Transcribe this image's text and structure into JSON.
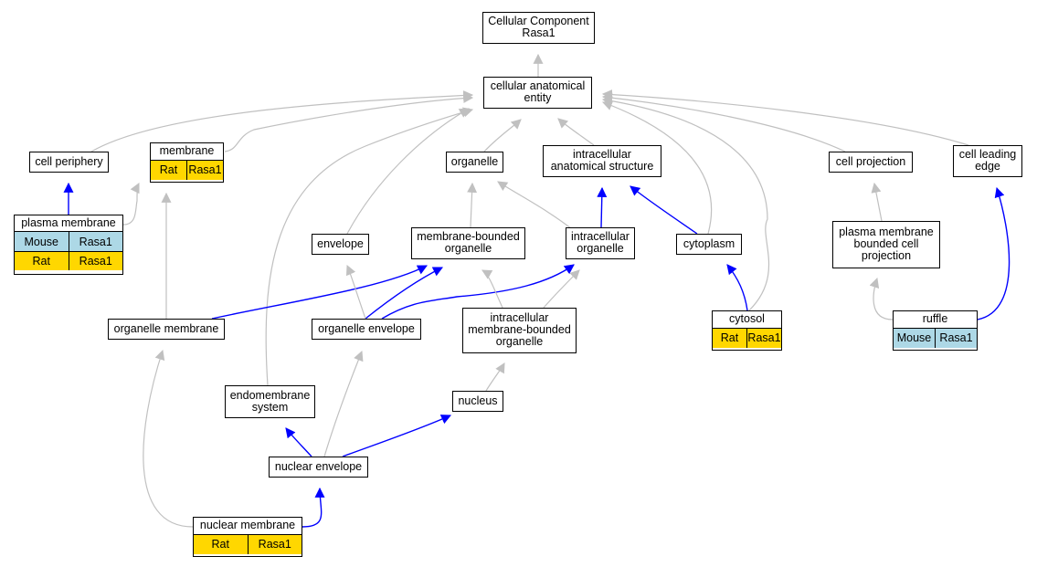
{
  "colors": {
    "isa_edge": "#c0c0c0",
    "partof_edge": "#0000ff",
    "rat": "#ffd700",
    "mouse": "#add8e6",
    "node_border": "#000000"
  },
  "nodes": {
    "root": {
      "label": "Cellular Component\nRasa1"
    },
    "cae": {
      "label": "cellular anatomical\nentity"
    },
    "cell_periphery": {
      "label": "cell periphery"
    },
    "membrane": {
      "label": "membrane",
      "rows": [
        {
          "species": "Rat",
          "gene": "Rasa1",
          "color": "#ffd700"
        }
      ]
    },
    "organelle": {
      "label": "organelle"
    },
    "intracellular_structure": {
      "label": "intracellular\nanatomical structure"
    },
    "cell_projection": {
      "label": "cell projection"
    },
    "cell_leading_edge": {
      "label": "cell leading\nedge"
    },
    "plasma_membrane": {
      "label": "plasma membrane",
      "rows": [
        {
          "species": "Mouse",
          "gene": "Rasa1",
          "color": "#add8e6"
        },
        {
          "species": "Rat",
          "gene": "Rasa1",
          "color": "#ffd700"
        }
      ]
    },
    "envelope": {
      "label": "envelope"
    },
    "membrane_bounded_organelle": {
      "label": "membrane-bounded\norganelle"
    },
    "intracellular_organelle": {
      "label": "intracellular\norganelle"
    },
    "cytoplasm": {
      "label": "cytoplasm"
    },
    "pm_bounded_projection": {
      "label": "plasma membrane\nbounded cell\nprojection"
    },
    "organelle_membrane": {
      "label": "organelle membrane"
    },
    "organelle_envelope": {
      "label": "organelle envelope"
    },
    "intracellular_mbo": {
      "label": "intracellular\nmembrane-bounded\norganelle"
    },
    "cytosol": {
      "label": "cytosol",
      "rows": [
        {
          "species": "Rat",
          "gene": "Rasa1",
          "color": "#ffd700"
        }
      ]
    },
    "ruffle": {
      "label": "ruffle",
      "rows": [
        {
          "species": "Mouse",
          "gene": "Rasa1",
          "color": "#add8e6"
        }
      ]
    },
    "endomembrane_system": {
      "label": "endomembrane\nsystem"
    },
    "nucleus": {
      "label": "nucleus"
    },
    "nuclear_envelope": {
      "label": "nuclear envelope"
    },
    "nuclear_membrane": {
      "label": "nuclear membrane",
      "rows": [
        {
          "species": "Rat",
          "gene": "Rasa1",
          "color": "#ffd700"
        }
      ]
    }
  },
  "edges": [
    {
      "from": "cae",
      "to": "root",
      "type": "is_a"
    },
    {
      "from": "cell_periphery",
      "to": "cae",
      "type": "is_a"
    },
    {
      "from": "membrane",
      "to": "cae",
      "type": "is_a"
    },
    {
      "from": "organelle",
      "to": "cae",
      "type": "is_a"
    },
    {
      "from": "intracellular_structure",
      "to": "cae",
      "type": "is_a"
    },
    {
      "from": "cell_projection",
      "to": "cae",
      "type": "is_a"
    },
    {
      "from": "cell_leading_edge",
      "to": "cae",
      "type": "is_a"
    },
    {
      "from": "envelope",
      "to": "cae",
      "type": "is_a"
    },
    {
      "from": "cytoplasm",
      "to": "cae",
      "type": "is_a"
    },
    {
      "from": "cytosol",
      "to": "cae",
      "type": "is_a"
    },
    {
      "from": "endomembrane_system",
      "to": "cae",
      "type": "is_a"
    },
    {
      "from": "plasma_membrane",
      "to": "cell_periphery",
      "type": "part_of"
    },
    {
      "from": "plasma_membrane",
      "to": "membrane",
      "type": "is_a"
    },
    {
      "from": "organelle_membrane",
      "to": "membrane",
      "type": "is_a"
    },
    {
      "from": "membrane_bounded_organelle",
      "to": "organelle",
      "type": "is_a"
    },
    {
      "from": "intracellular_organelle",
      "to": "organelle",
      "type": "is_a"
    },
    {
      "from": "intracellular_organelle",
      "to": "intracellular_structure",
      "type": "part_of"
    },
    {
      "from": "cytoplasm",
      "to": "intracellular_structure",
      "type": "part_of"
    },
    {
      "from": "pm_bounded_projection",
      "to": "cell_projection",
      "type": "is_a"
    },
    {
      "from": "organelle_membrane",
      "to": "membrane_bounded_organelle",
      "type": "part_of"
    },
    {
      "from": "organelle_envelope",
      "to": "membrane_bounded_organelle",
      "type": "part_of"
    },
    {
      "from": "organelle_envelope",
      "to": "intracellular_organelle",
      "type": "part_of"
    },
    {
      "from": "organelle_envelope",
      "to": "envelope",
      "type": "is_a"
    },
    {
      "from": "intracellular_mbo",
      "to": "membrane_bounded_organelle",
      "type": "is_a"
    },
    {
      "from": "intracellular_mbo",
      "to": "intracellular_organelle",
      "type": "is_a"
    },
    {
      "from": "cytosol",
      "to": "cytoplasm",
      "type": "part_of"
    },
    {
      "from": "ruffle",
      "to": "pm_bounded_projection",
      "type": "is_a"
    },
    {
      "from": "ruffle",
      "to": "cell_leading_edge",
      "type": "part_of"
    },
    {
      "from": "nucleus",
      "to": "intracellular_mbo",
      "type": "is_a"
    },
    {
      "from": "nuclear_envelope",
      "to": "endomembrane_system",
      "type": "part_of"
    },
    {
      "from": "nuclear_envelope",
      "to": "nucleus",
      "type": "part_of"
    },
    {
      "from": "nuclear_envelope",
      "to": "organelle_envelope",
      "type": "is_a"
    },
    {
      "from": "nuclear_membrane",
      "to": "nuclear_envelope",
      "type": "part_of"
    },
    {
      "from": "nuclear_membrane",
      "to": "organelle_membrane",
      "type": "is_a"
    }
  ]
}
